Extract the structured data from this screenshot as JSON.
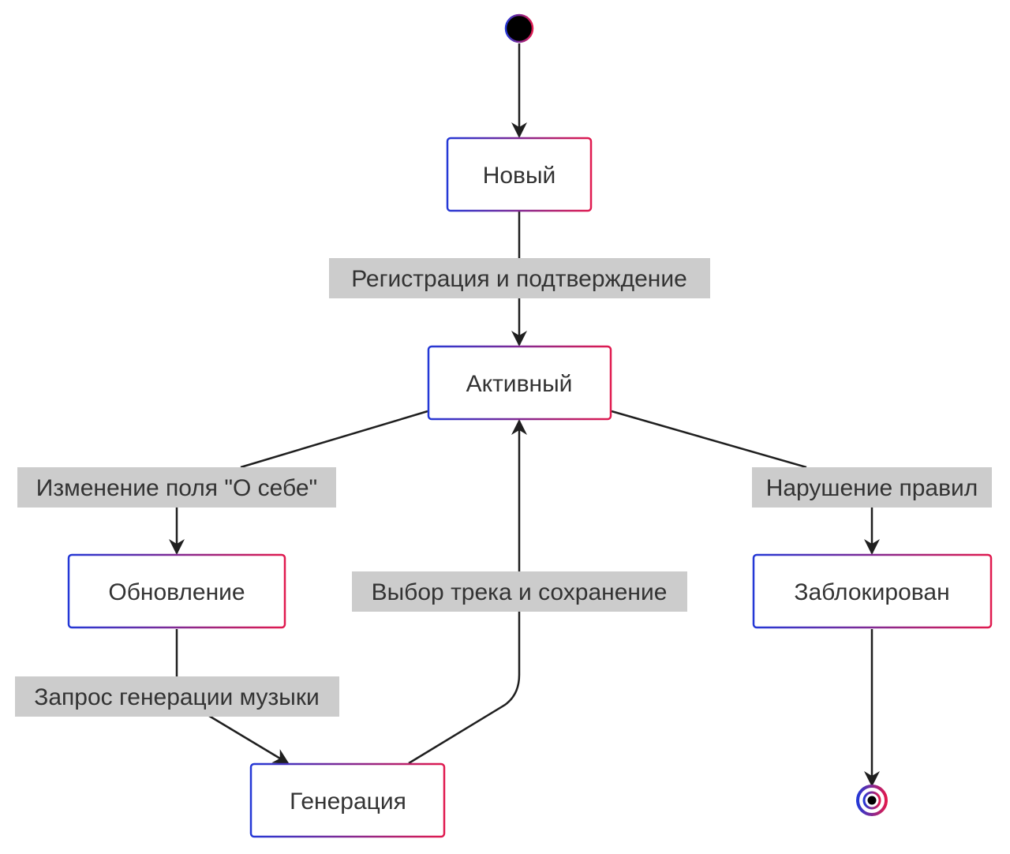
{
  "states": {
    "new": "Новый",
    "active": "Активный",
    "update": "Обновление",
    "generation": "Генерация",
    "blocked": "Заблокирован"
  },
  "transitions": {
    "register": "Регистрация и подтверждение",
    "edit_about": "Изменение поля \"О себе\"",
    "violation": "Нарушение правил",
    "choose_track": "Выбор трека и сохранение",
    "request_generation": "Запрос генерации музыки"
  },
  "colors": {
    "border_start": "#2438d6",
    "border_end": "#e01a4f",
    "label_background": "#cccccc",
    "edge": "#1f1f1f",
    "text": "#333333"
  }
}
